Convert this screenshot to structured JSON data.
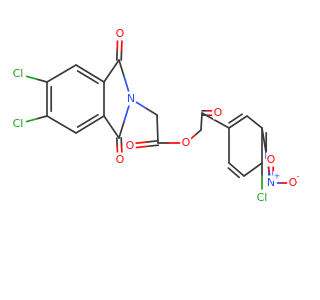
{
  "structure": {
    "colors": {
      "carbon": "#3a3a3a",
      "oxygen": "#ff0d0d",
      "nitrogen": "#3050f8",
      "chlorine": "#1fa01f"
    },
    "labels": {
      "cl_top_left": "Cl",
      "cl_bottom_left": "Cl",
      "o_imide_top": "O",
      "o_imide_bottom": "O",
      "n_imide": "N",
      "o_ester_carbonyl": "O",
      "o_ester": "O",
      "o_ketone": "O",
      "n_nitro": "N",
      "n_nitro_charge": "+",
      "o_nitro_top": "O",
      "o_nitro_right": "O",
      "o_nitro_right_charge": "-",
      "cl_bottom_right": "Cl"
    }
  }
}
